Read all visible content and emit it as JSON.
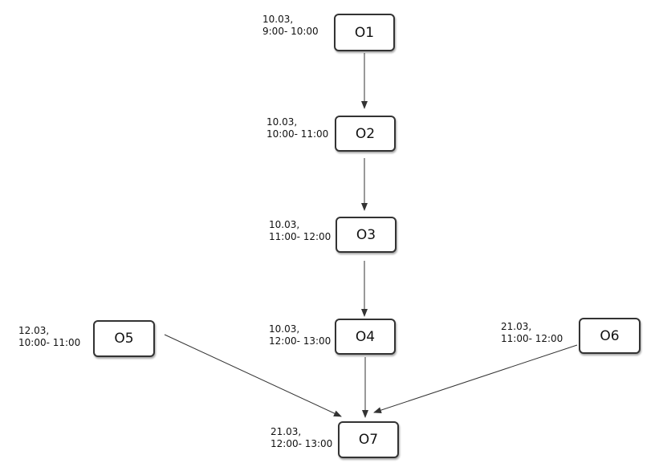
{
  "diagram": {
    "nodes": [
      {
        "id": "o1",
        "label": "O1",
        "date": "10.03,",
        "time": "9:00- 10:00"
      },
      {
        "id": "o2",
        "label": "O2",
        "date": "10.03,",
        "time": "10:00- 11:00"
      },
      {
        "id": "o3",
        "label": "O3",
        "date": "10.03,",
        "time": "11:00- 12:00"
      },
      {
        "id": "o4",
        "label": "O4",
        "date": "10.03,",
        "time": "12:00- 13:00"
      },
      {
        "id": "o5",
        "label": "O5",
        "date": "12.03,",
        "time": "10:00- 11:00"
      },
      {
        "id": "o6",
        "label": "O6",
        "date": "21.03,",
        "time": "11:00- 12:00"
      },
      {
        "id": "o7",
        "label": "O7",
        "date": "21.03,",
        "time": "12:00- 13:00"
      }
    ],
    "edges": [
      {
        "from": "o1",
        "to": "o2"
      },
      {
        "from": "o2",
        "to": "o3"
      },
      {
        "from": "o3",
        "to": "o4"
      },
      {
        "from": "o4",
        "to": "o7"
      },
      {
        "from": "o5",
        "to": "o7"
      },
      {
        "from": "o6",
        "to": "o7"
      }
    ],
    "colors": {
      "line": "#333333",
      "border": "#333333"
    }
  }
}
